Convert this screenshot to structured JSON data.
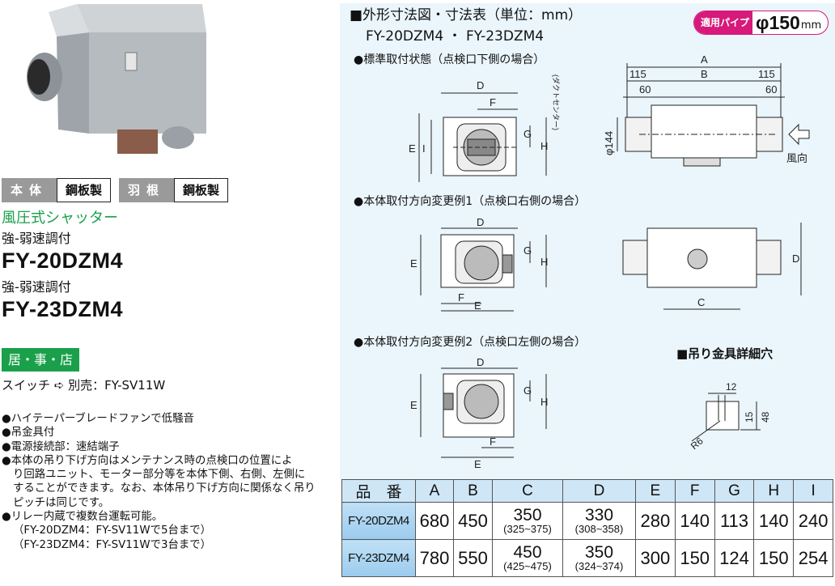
{
  "left": {
    "material_tags": [
      {
        "label": "本体",
        "value": "鋼板製"
      },
      {
        "label": "羽根",
        "value": "鋼板製"
      }
    ],
    "shutter_type": "風圧式シャッター",
    "models": [
      {
        "feature": "強-弱速調付",
        "name": "FY-20DZM4"
      },
      {
        "feature": "強-弱速調付",
        "name": "FY-23DZM4"
      }
    ],
    "usage_badge": "居・事・店",
    "switch_line": "スイッチ ➪ 別売：FY-SV11W",
    "features": [
      "●ハイテーパーブレードファンで低騒音",
      "●吊金具付",
      "●電源接続部：速結端子",
      "●本体の吊り下げ方向はメンテナンス時の点検口の位置によ",
      "り回路ユニット、モーター部分等を本体下側、右側、左側に",
      "することができます。なお、本体吊り下げ方向に関係なく吊り",
      "ピッチは同じです。",
      "●リレー内蔵で複数台運転可能。",
      "（FY-20DZM4：FY-SV11Wで5台まで）",
      "（FY-23DZM4：FY-SV11Wで3台まで）"
    ]
  },
  "right": {
    "title": "■外形寸法図・寸法表（単位：mm）",
    "subtitle": "FY-20DZM4 ・ FY-23DZM4",
    "pipe_badge": {
      "label": "適用パイプ",
      "value": "φ150",
      "unit": "mm"
    },
    "sections": [
      "●標準取付状態（点検口下側の場合）",
      "●本体取付方向変更例1（点検口右側の場合）",
      "●本体取付方向変更例2（点検口左側の場合）"
    ],
    "hanger_title": "■吊り金具詳細穴",
    "dims": {
      "A": "A",
      "B": "B",
      "C": "C",
      "D": "D",
      "E": "E",
      "F": "F",
      "G": "G",
      "H": "H",
      "I": "I",
      "d115": "115",
      "d60": "60",
      "phi144": "φ144",
      "duct_center": "(ダクトセンター)",
      "wind": "風向",
      "h12": "12",
      "h15": "15",
      "h48": "48",
      "r6": "R6"
    }
  },
  "table": {
    "headers": [
      "品　番",
      "A",
      "B",
      "C",
      "D",
      "E",
      "F",
      "G",
      "H",
      "I"
    ],
    "rows": [
      {
        "model": "FY-20DZM4",
        "A": "680",
        "B": "450",
        "C": "350",
        "C_range": "(325~375)",
        "D": "330",
        "D_range": "(308~358)",
        "E": "280",
        "F": "140",
        "G": "113",
        "H": "140",
        "I": "240"
      },
      {
        "model": "FY-23DZM4",
        "A": "780",
        "B": "550",
        "C": "450",
        "C_range": "(425~475)",
        "D": "350",
        "D_range": "(324~374)",
        "E": "300",
        "F": "150",
        "G": "124",
        "H": "150",
        "I": "254"
      }
    ]
  },
  "colors": {
    "green": "#1aa04a",
    "magenta": "#d6197a",
    "panel": "#eaf5fc"
  }
}
